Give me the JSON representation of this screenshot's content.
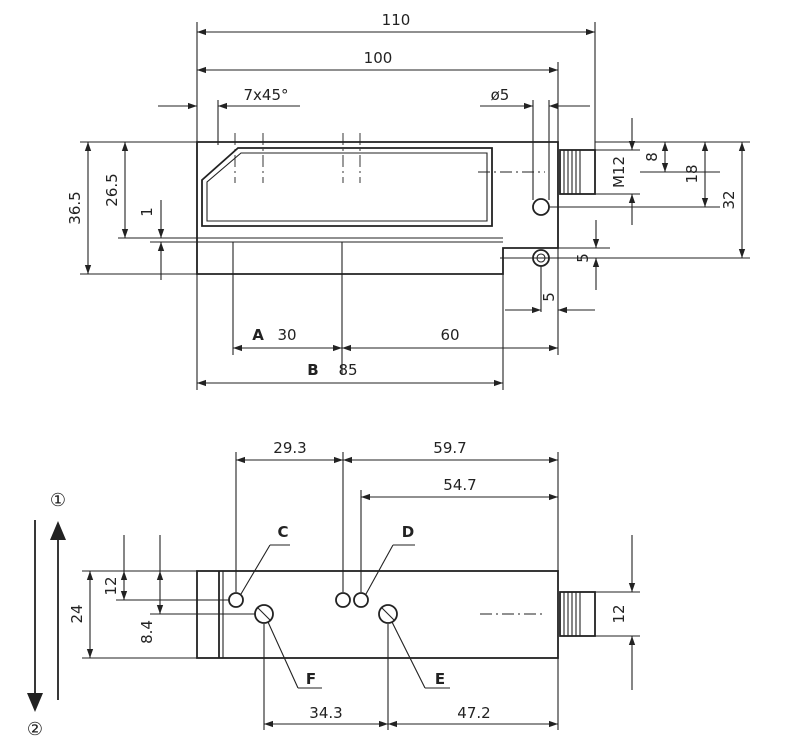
{
  "top_view": {
    "dims": {
      "d110": "110",
      "d100": "100",
      "chamfer": "7x45°",
      "hole": "ø5",
      "d36_5": "36.5",
      "d26_5": "26.5",
      "d1": "1",
      "thread": "M12",
      "d8": "8",
      "d18": "18",
      "d32": "32",
      "d5a": "5",
      "d5b": "5",
      "d30": "30",
      "d60": "60",
      "d85": "85"
    },
    "labels": {
      "a": "A",
      "b": "B"
    }
  },
  "side_view": {
    "dims": {
      "d29_3": "29.3",
      "d59_7": "59.7",
      "d54_7": "54.7",
      "d24": "24",
      "d12": "12",
      "d8_4": "8.4",
      "d12r": "12",
      "d34_3": "34.3",
      "d47_2": "47.2"
    },
    "labels": {
      "c": "C",
      "d": "D",
      "e": "E",
      "f": "F"
    },
    "direction": {
      "one": "①",
      "two": "②"
    }
  }
}
